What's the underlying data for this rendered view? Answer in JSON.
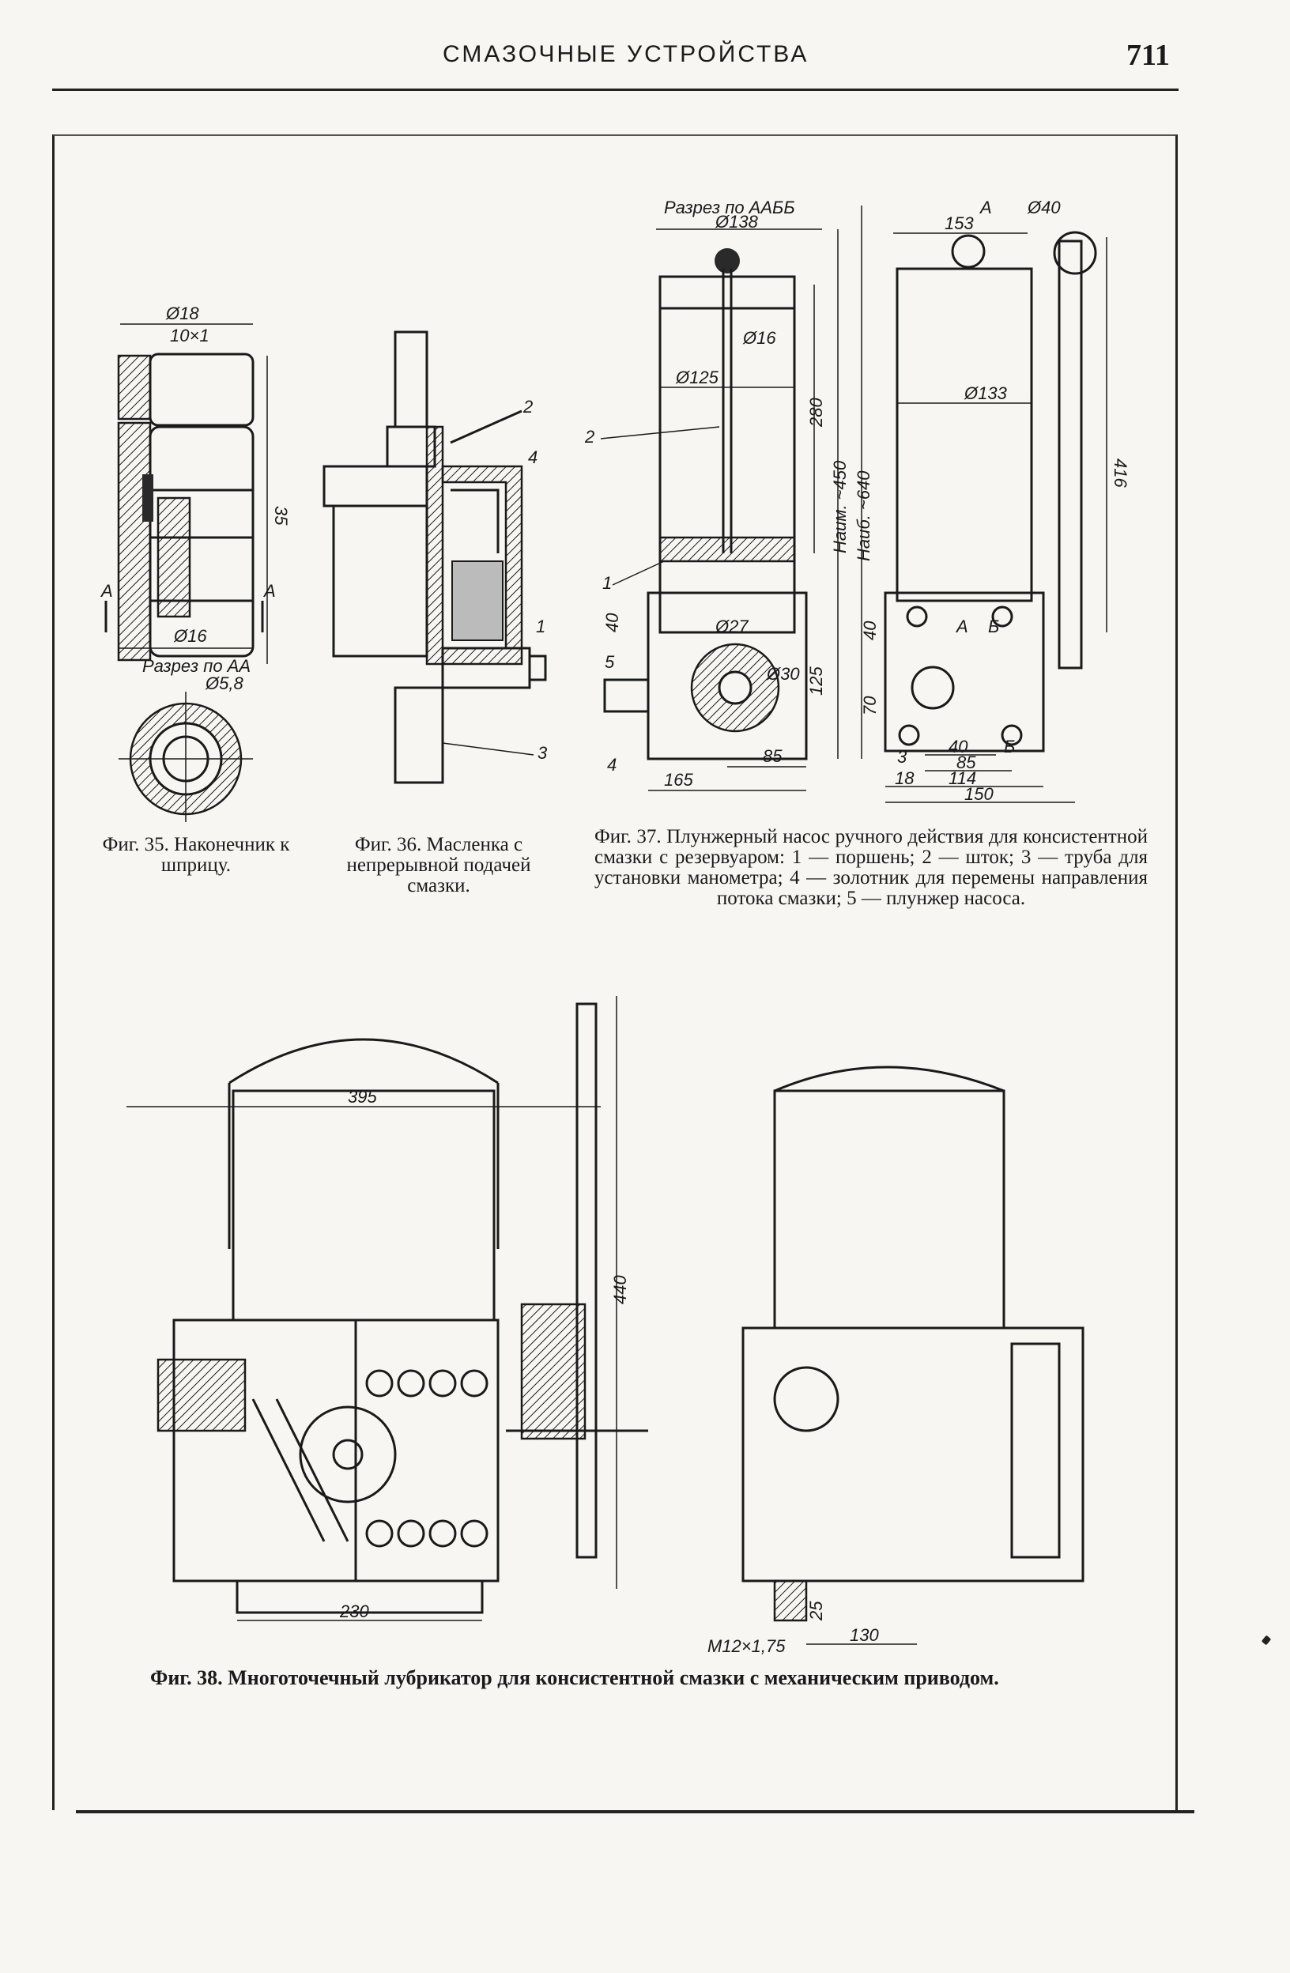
{
  "header": {
    "title": "СМАЗОЧНЫЕ УСТРОЙСТВА",
    "page_number": "711"
  },
  "fig35": {
    "caption": "Фиг. 35. Наконечник к шприцу.",
    "labels": {
      "d18": "Ø18",
      "thread": "10×1",
      "len35": "35",
      "secA_left": "А",
      "secA_right": "А",
      "d16": "Ø16",
      "section": "Разрез по АА",
      "d58": "Ø5,8"
    }
  },
  "fig36": {
    "caption": "Фиг. 36. Масленка с непрерывной подачей смазки.",
    "labels": {
      "n2": "2",
      "n4": "4",
      "n1": "1",
      "n3": "3"
    }
  },
  "fig37": {
    "caption": "Фиг. 37. Плунжерный насос ручного действия для консистентной смазки с резервуаром: 1 — поршень; 2 — шток; 3 — труба для установки манометра; 4 — золотник для перемены направления потока смазки; 5 — плунжер насоса.",
    "labels": {
      "section": "Разрез по ААББ",
      "d138": "Ø138",
      "d16": "Ø16",
      "d125": "Ø125",
      "h280": "280",
      "min": "Наим. ~450",
      "max": "Наиб. ~640",
      "h40": "40",
      "d27": "Ø27",
      "d30": "Ø30",
      "h125": "125",
      "w165": "165",
      "w85": "85",
      "n1": "1",
      "n2": "2",
      "n3": "3",
      "n4": "4",
      "n5": "5",
      "a": "А",
      "w153": "153",
      "d40": "Ø40",
      "d133": "Ø133",
      "h416": "416",
      "h40b": "40",
      "h70": "70",
      "b_a": "А",
      "b_b": "Б",
      "w40": "40",
      "b_b2": "Б",
      "w85b": "85",
      "w18": "18",
      "w114": "114",
      "w150": "150"
    }
  },
  "fig38": {
    "caption": "Фиг. 38. Многоточечный лубрикатор для консистентной смазки с механическим приводом.",
    "labels": {
      "w395": "395",
      "h440": "440",
      "w230": "230",
      "thread": "M12×1,75",
      "h25": "25",
      "w130": "130"
    }
  }
}
